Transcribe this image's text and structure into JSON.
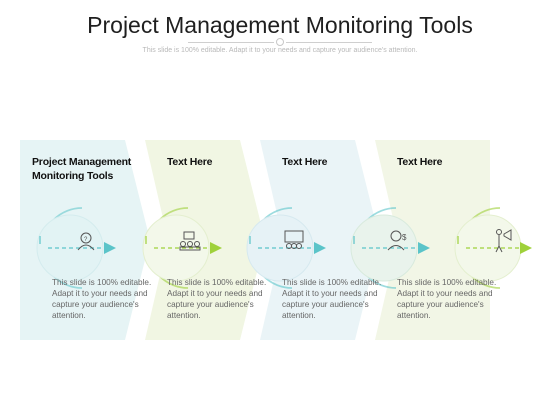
{
  "header": {
    "title": "Project Management Monitoring Tools",
    "subtitle": "This slide is 100% editable. Adapt it to your needs and capture your audience's attention."
  },
  "columns": [
    {
      "heading": "Project Management Monitoring Tools",
      "body": "This slide is 100% editable. Adapt it to your needs and capture your audience's attention.",
      "color": "#5bc4c9",
      "fill": "#e6f4f5",
      "icon": "user-question-icon"
    },
    {
      "heading": "Text Here",
      "body": "This slide is 100% editable. Adapt it to your needs and capture your audience's attention.",
      "color": "#9fd13a",
      "fill": "#f1f6e3",
      "icon": "team-meeting-icon"
    },
    {
      "heading": "Text Here",
      "body": "This slide is 100% editable. Adapt it to your needs and capture your audience's attention.",
      "color": "#5bc4c9",
      "fill": "#eaf4f7",
      "icon": "presentation-board-icon"
    },
    {
      "heading": "Text Here",
      "body": "This slide is 100% editable. Adapt it to your needs and capture your audience's attention.",
      "color": "#5bc4c9",
      "fill": "#f2f6e6",
      "icon": "person-dollar-icon"
    },
    {
      "color": "#9fd13a",
      "icon": "megaphone-person-icon"
    }
  ]
}
